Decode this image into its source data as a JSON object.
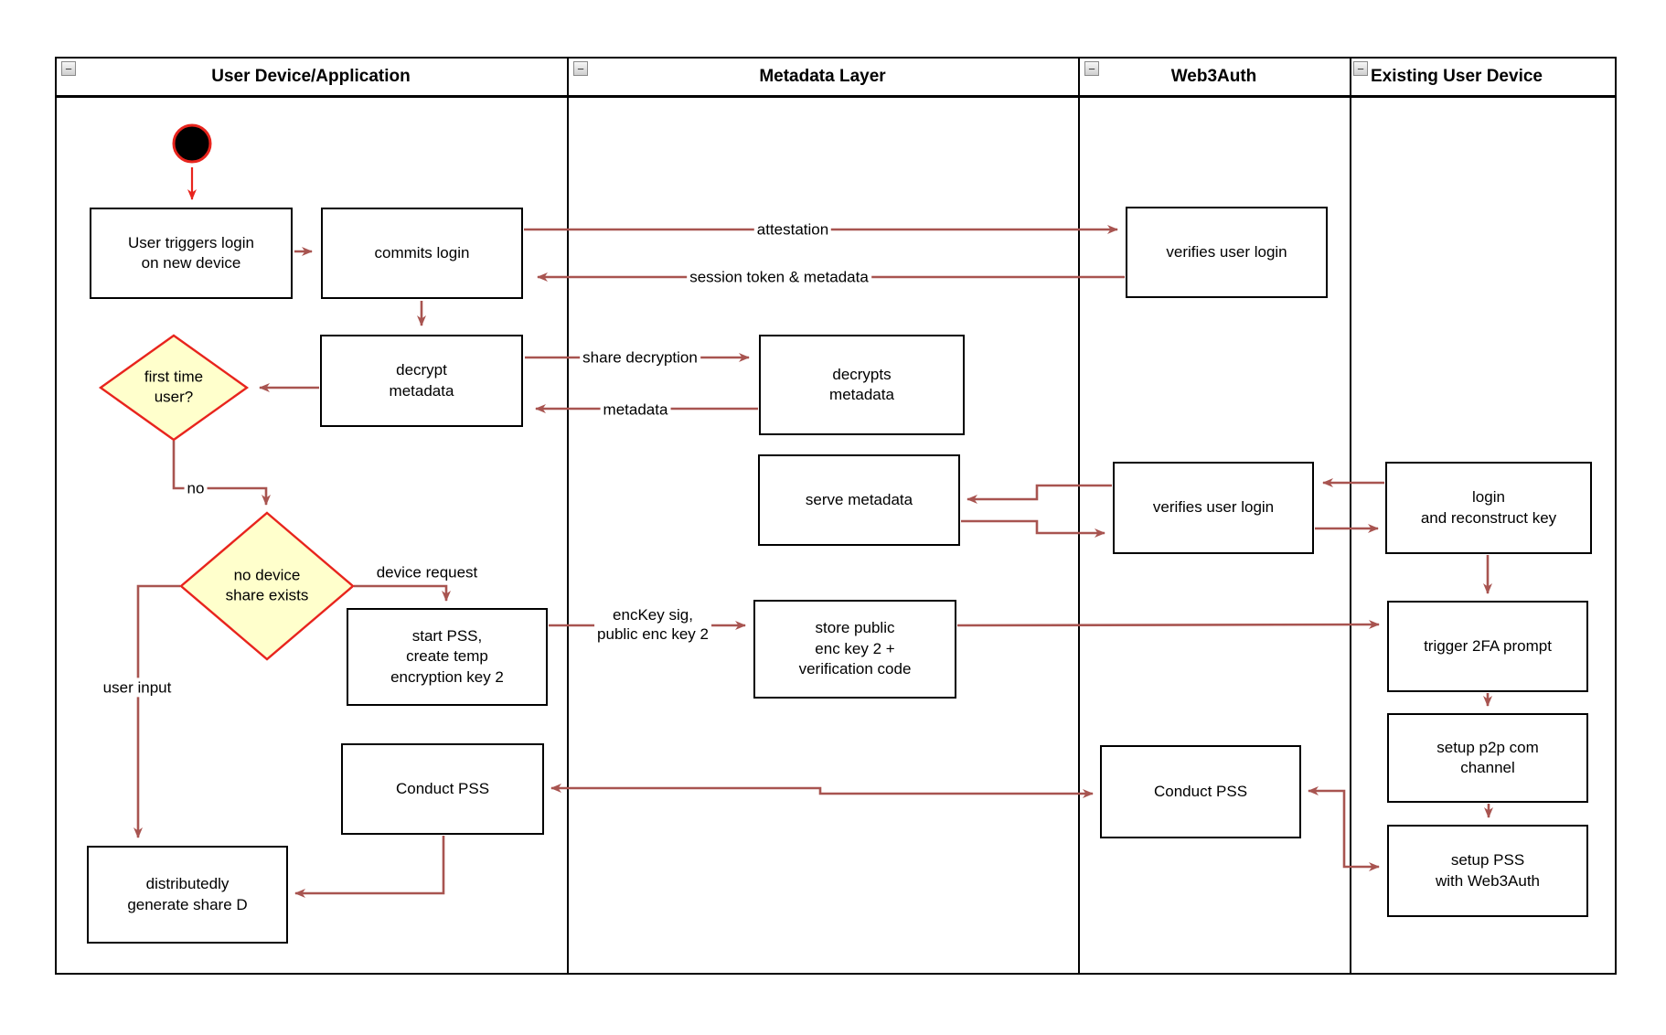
{
  "lanes": [
    {
      "label": "User Device/Application"
    },
    {
      "label": "Metadata Layer"
    },
    {
      "label": "Web3Auth"
    },
    {
      "label": "Existing User Device"
    }
  ],
  "ui": {
    "collapse_glyph": "−"
  },
  "nodes": {
    "user_triggers": {
      "label": "User triggers login\non new device"
    },
    "commits_login": {
      "label": "commits login"
    },
    "verifies_login_top": {
      "label": "verifies user login"
    },
    "decrypt_metadata": {
      "label": "decrypt\nmetadata"
    },
    "decrypts_metadata": {
      "label": "decrypts\nmetadata"
    },
    "first_time_user": {
      "label": "first time\nuser?"
    },
    "serve_metadata": {
      "label": "serve metadata"
    },
    "verifies_login_mid": {
      "label": "verifies user login"
    },
    "login_reconstruct": {
      "label": "login\nand reconstruct key"
    },
    "no_device_share": {
      "label": "no device\nshare exists"
    },
    "start_pss": {
      "label": "start PSS,\ncreate temp\nencryption key 2"
    },
    "store_public": {
      "label": "store public\nenc key 2 +\nverification code"
    },
    "trigger_2fa": {
      "label": "trigger 2FA prompt"
    },
    "setup_p2p": {
      "label": "setup p2p com\nchannel"
    },
    "setup_pss": {
      "label": "setup PSS\nwith Web3Auth"
    },
    "conduct_pss_left": {
      "label": "Conduct PSS"
    },
    "conduct_pss_right": {
      "label": "Conduct PSS"
    },
    "generate_share_d": {
      "label": "distributedly\ngenerate share D"
    }
  },
  "edge_labels": {
    "attestation": "attestation",
    "session_token": "session token & metadata",
    "share_decryption": "share decryption",
    "metadata": "metadata",
    "no": "no",
    "device_request": "device request",
    "user_input": "user input",
    "enckey": "encKey sig,\npublic enc key 2"
  },
  "colors": {
    "flow_arrow": "#a85450",
    "start_arrow": "#e8241d",
    "decision_fill": "#ffffcc",
    "decision_border": "#e8241d",
    "box_border": "#000000",
    "lane_border": "#000000"
  }
}
